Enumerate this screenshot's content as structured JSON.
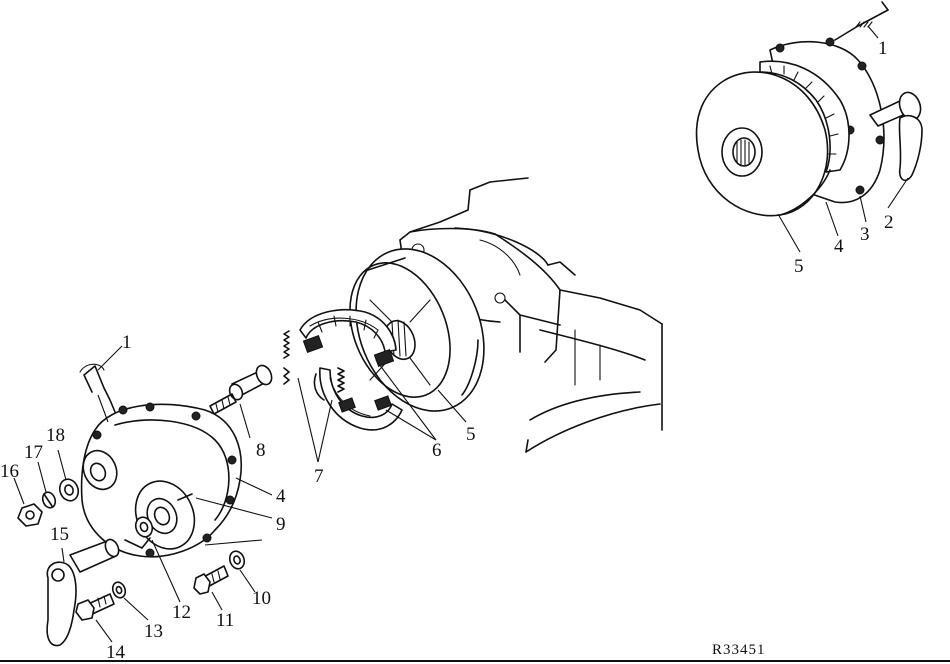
{
  "callouts": {
    "c1_main": "1",
    "c1_inset": "1",
    "c2": "2",
    "c3": "3",
    "c4_main": "4",
    "c4_inset": "4",
    "c5_main": "5",
    "c5_inset": "5",
    "c6": "6",
    "c7": "7",
    "c8": "8",
    "c9": "9",
    "c10": "10",
    "c11": "11",
    "c12": "12",
    "c13": "13",
    "c14": "14",
    "c15": "15",
    "c16": "16",
    "c17": "17",
    "c18": "18"
  },
  "figure_code": "R33451"
}
